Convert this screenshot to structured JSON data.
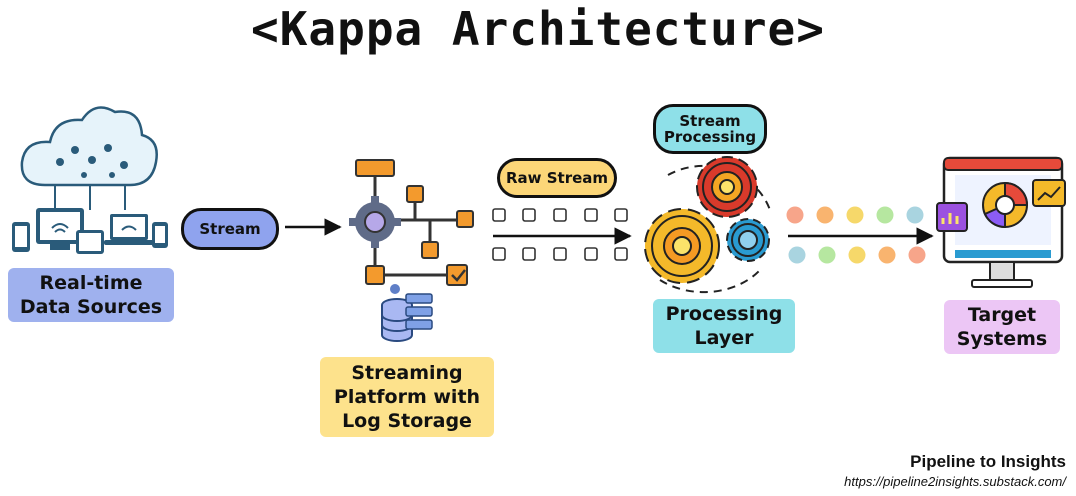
{
  "title": "<Kappa Architecture>",
  "pills": {
    "stream": "Stream",
    "raw_stream": "Raw Stream",
    "stream_processing_line1": "Stream",
    "stream_processing_line2": "Processing"
  },
  "labels": {
    "sources_line1": "Real-time",
    "sources_line2": "Data Sources",
    "platform_line1": "Streaming",
    "platform_line2": "Platform with",
    "platform_line3": "Log Storage",
    "processing_line1": "Processing",
    "processing_line2": "Layer",
    "target_line1": "Target",
    "target_line2": "Systems"
  },
  "branding": {
    "name": "Pipeline to Insights",
    "url": "https://pipeline2insights.substack.com/"
  },
  "colors": {
    "stream_pill": "#8fa3ee",
    "raw_stream_pill": "#fcd678",
    "processing_pill": "#8ee0e8",
    "sources_label": "#9fb1ee",
    "platform_label": "#fde28c",
    "processing_label": "#8ee0e8",
    "target_label": "#ecc6f5",
    "dot_colors": [
      "#f7a58a",
      "#f9b46f",
      "#f6d86a",
      "#b6e7a0",
      "#a9d4e0"
    ]
  }
}
